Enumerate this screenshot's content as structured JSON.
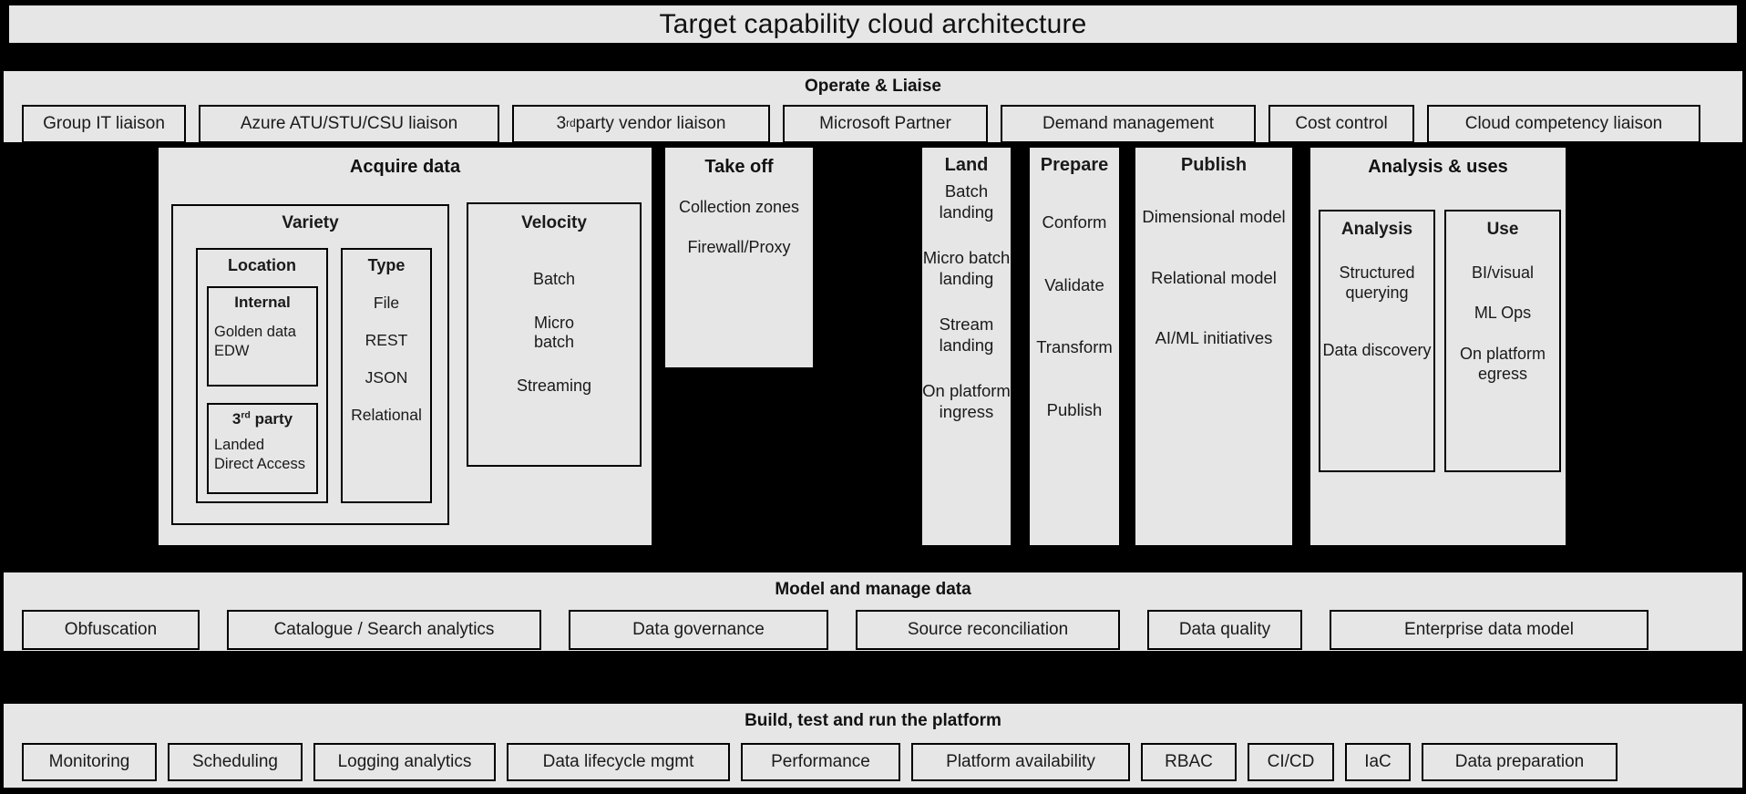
{
  "title": "Target capability cloud architecture",
  "operate": {
    "heading": "Operate & Liaise",
    "items": [
      {
        "label": "Group IT liaison",
        "sup": ""
      },
      {
        "label": "Azure ATU/STU/CSU liaison",
        "sup": ""
      },
      {
        "label": "3",
        "sup": "rd",
        "rest": " party vendor liaison"
      },
      {
        "label": "Microsoft Partner",
        "sup": ""
      },
      {
        "label": "Demand management",
        "sup": ""
      },
      {
        "label": "Cost control",
        "sup": ""
      },
      {
        "label": "Cloud competency liaison",
        "sup": ""
      }
    ]
  },
  "acquire": {
    "heading": "Acquire data",
    "variety": {
      "heading": "Variety",
      "location": {
        "heading": "Location",
        "internal": {
          "heading": "Internal",
          "lines": [
            "Golden data",
            "EDW"
          ]
        },
        "third_party": {
          "heading_num": "3",
          "heading_sup": "rd",
          "heading_rest": " party",
          "lines": [
            "Landed",
            "Direct Access"
          ]
        }
      },
      "type": {
        "heading": "Type",
        "items": [
          "File",
          "REST",
          "JSON",
          "Relational"
        ]
      }
    },
    "velocity": {
      "heading": "Velocity",
      "items": [
        "Batch",
        "Micro batch",
        "Streaming"
      ]
    }
  },
  "takeoff": {
    "heading": "Take off",
    "items": [
      "Collection zones",
      "Firewall/Proxy"
    ]
  },
  "land": {
    "heading": "Land",
    "items": [
      "Batch landing",
      "Micro batch landing",
      "Stream landing",
      "On platform ingress"
    ]
  },
  "prepare": {
    "heading": "Prepare",
    "items": [
      "Conform",
      "Validate",
      "Transform",
      "Publish"
    ]
  },
  "publish": {
    "heading": "Publish",
    "items": [
      "Dimensional model",
      "Relational model",
      "AI/ML initiatives"
    ]
  },
  "analysis_uses": {
    "heading": "Analysis & uses",
    "analysis": {
      "heading": "Analysis",
      "items": [
        "Structured querying",
        "Data discovery"
      ]
    },
    "use": {
      "heading": "Use",
      "items": [
        "BI/visual",
        "ML Ops",
        "On platform egress"
      ]
    }
  },
  "model": {
    "heading": "Model and manage data",
    "items": [
      "Obfuscation",
      "Catalogue / Search analytics",
      "Data governance",
      "Source reconciliation",
      "Data quality",
      "Enterprise data model"
    ]
  },
  "build": {
    "heading": "Build, test and run the platform",
    "items": [
      "Monitoring",
      "Scheduling",
      "Logging analytics",
      "Data lifecycle mgmt",
      "Performance",
      "Platform availability",
      "RBAC",
      "CI/CD",
      "IaC",
      "Data preparation"
    ]
  },
  "colors": {
    "background": "#000000",
    "panel": "#e6e6e6",
    "border": "#000000",
    "text": "#1a1a1a"
  }
}
